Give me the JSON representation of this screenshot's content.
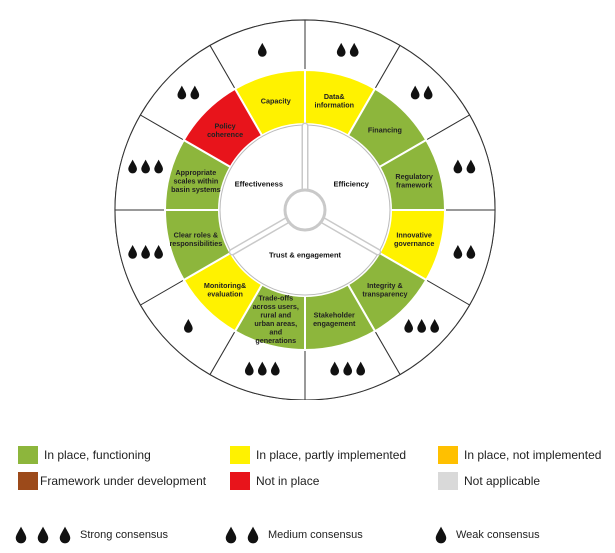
{
  "colors": {
    "functioning": "#8DB63C",
    "partly": "#FFF200",
    "not_implemented": "#FFC000",
    "framework": "#9C4A1A",
    "not_in_place": "#E8141B",
    "not_applicable": "#D9D9D9",
    "drop": "#111111"
  },
  "dimensions": [
    {
      "label": "Effectiveness"
    },
    {
      "label": "Efficiency"
    },
    {
      "label": "Trust & engagement"
    }
  ],
  "principles": [
    {
      "label": "Capacity",
      "status": "partly",
      "consensus": 1
    },
    {
      "label": "Data& information",
      "status": "partly",
      "consensus": 2
    },
    {
      "label": "Financing",
      "status": "functioning",
      "consensus": 2
    },
    {
      "label": "Regulatory framework",
      "status": "functioning",
      "consensus": 2
    },
    {
      "label": "Innovative governance",
      "status": "partly",
      "consensus": 2
    },
    {
      "label": "Integrity & transparency",
      "status": "functioning",
      "consensus": 3
    },
    {
      "label": "Stakeholder engagement",
      "status": "functioning",
      "consensus": 3
    },
    {
      "label": "Trade-offs across users, rural and urban areas, and generations",
      "status": "functioning",
      "consensus": 3
    },
    {
      "label": "Monitoring& evaluation",
      "status": "partly",
      "consensus": 1
    },
    {
      "label": "Clear roles & responsibilities",
      "status": "functioning",
      "consensus": 3
    },
    {
      "label": "Appropriate scales within basin systems",
      "status": "functioning",
      "consensus": 3
    },
    {
      "label": "Policy coherence",
      "status": "not_in_place",
      "consensus": 2
    }
  ],
  "legend": [
    {
      "key": "functioning",
      "label": "In place, functioning"
    },
    {
      "key": "partly",
      "label": "In place, partly implemented"
    },
    {
      "key": "not_implemented",
      "label": "In place, not implemented"
    },
    {
      "key": "framework",
      "label": "Framework under  development"
    },
    {
      "key": "not_in_place",
      "label": "Not in place"
    },
    {
      "key": "not_applicable",
      "label": "Not applicable"
    }
  ],
  "consensus_legend": [
    {
      "count": 3,
      "label": "Strong consensus"
    },
    {
      "count": 2,
      "label": "Medium consensus"
    },
    {
      "count": 1,
      "label": "Weak consensus"
    }
  ]
}
